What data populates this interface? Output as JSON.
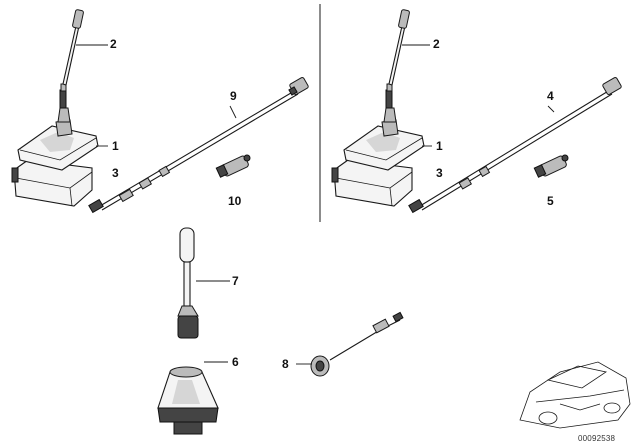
{
  "callouts": {
    "left_2": "2",
    "left_1": "1",
    "left_3": "3",
    "left_9": "9",
    "left_10": "10",
    "right_2": "2",
    "right_1": "1",
    "right_3": "3",
    "right_4": "4",
    "right_5": "5",
    "bottom_7": "7",
    "bottom_6": "6",
    "bottom_8": "8"
  },
  "document_id": "00092538",
  "colors": {
    "line": "#1a1a1a",
    "fill_light": "#f4f4f4",
    "fill_dark": "#444444"
  }
}
